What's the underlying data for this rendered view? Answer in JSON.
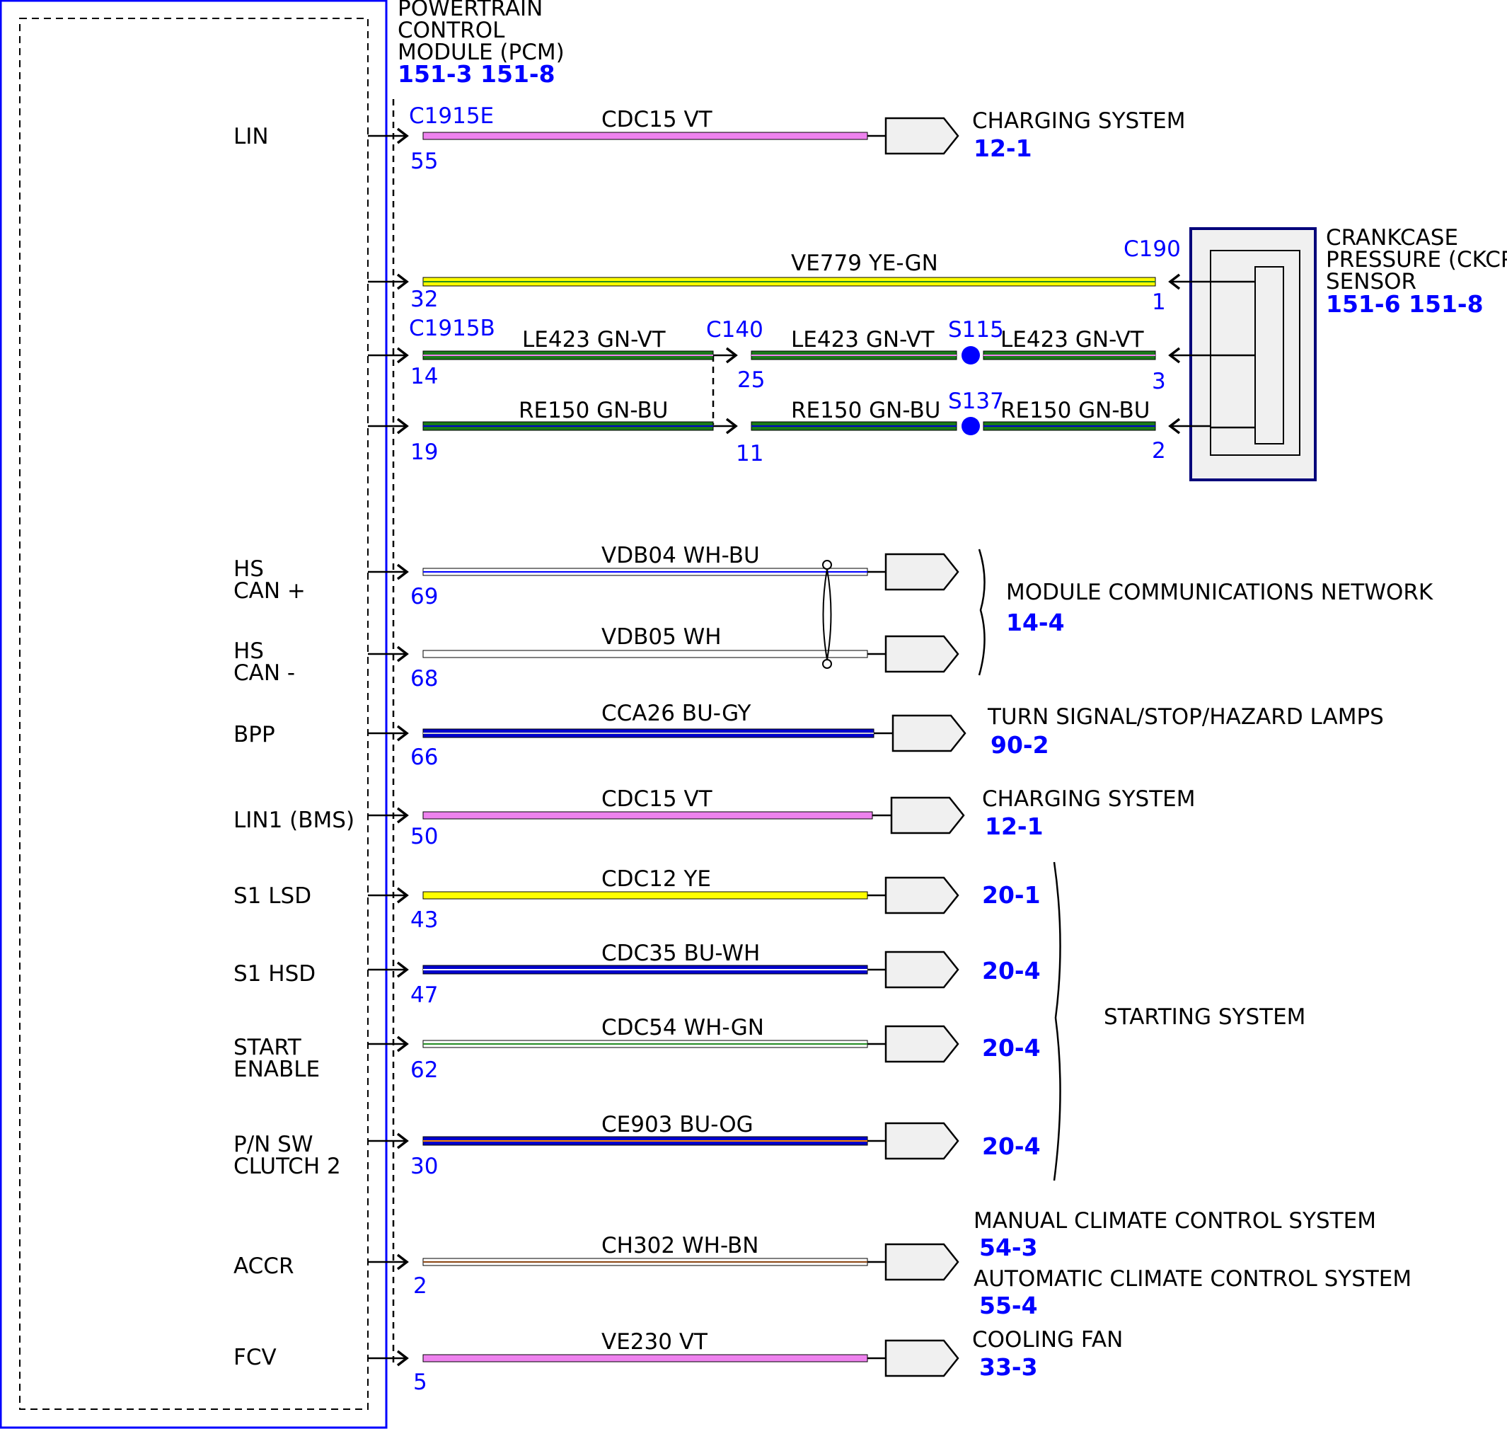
{
  "module": {
    "title": [
      "POWERTRAIN",
      "CONTROL",
      "MODULE (PCM)"
    ],
    "refs": "151-3 151-8",
    "border_color": "#0000ff"
  },
  "connectors": {
    "c1915e": "C1915E",
    "c1915b": "C1915B",
    "c140": "C140",
    "c190": "C190",
    "s115": "S115",
    "s137": "S137"
  },
  "pcm_labels": {
    "lin": "LIN",
    "hs_can_plus": [
      "HS",
      "CAN +"
    ],
    "hs_can_minus": [
      "HS",
      "CAN -"
    ],
    "bpp": "BPP",
    "lin1": "LIN1 (BMS)",
    "s1_lsd": "S1 LSD",
    "s1_hsd": "S1 HSD",
    "start_enable": [
      "START",
      "ENABLE"
    ],
    "pn_sw": [
      "P/N SW",
      "CLUTCH 2"
    ],
    "accr": "ACCR",
    "fcv": "FCV"
  },
  "wires": {
    "lin": {
      "pin": "55",
      "circuit": "CDC15  VT",
      "colors": [
        "#ee82ee"
      ]
    },
    "ckcp_supply": {
      "pin": "32",
      "circuit": "VE779  YE-GN",
      "sensor_pin": "1",
      "colors": [
        "#ffff00",
        "#228b22"
      ]
    },
    "ckcp_signal": {
      "pin": "14",
      "circuit": "LE423  GN-VT",
      "c140_pin": "25",
      "circuit2": "LE423  GN-VT",
      "circuit3": "LE423  GN-VT",
      "sensor_pin": "3",
      "colors": [
        "#1a7a1a",
        "#ee82ee"
      ]
    },
    "ckcp_return": {
      "pin": "19",
      "circuit": "RE150  GN-BU",
      "c140_pin": "11",
      "circuit2": "RE150  GN-BU",
      "circuit3": "RE150  GN-BU",
      "sensor_pin": "2",
      "colors": [
        "#1a7a1a",
        "#0000cc"
      ]
    },
    "hs_can_plus": {
      "pin": "69",
      "circuit": "VDB04  WH-BU",
      "colors": [
        "#ffffff",
        "#0000ff"
      ]
    },
    "hs_can_minus": {
      "pin": "68",
      "circuit": "VDB05  WH",
      "colors": [
        "#ffffff"
      ]
    },
    "bpp": {
      "pin": "66",
      "circuit": "CCA26  BU-GY",
      "colors": [
        "#0000cc",
        "#a0a0a0"
      ]
    },
    "lin1": {
      "pin": "50",
      "circuit": "CDC15  VT",
      "colors": [
        "#ee82ee"
      ]
    },
    "s1_lsd": {
      "pin": "43",
      "circuit": "CDC12  YE",
      "colors": [
        "#ffff00"
      ]
    },
    "s1_hsd": {
      "pin": "47",
      "circuit": "CDC35  BU-WH",
      "colors": [
        "#0000cc",
        "#ffffff"
      ]
    },
    "start_enable": {
      "pin": "62",
      "circuit": "CDC54  WH-GN",
      "colors": [
        "#ffffff",
        "#228b22"
      ]
    },
    "pn_sw": {
      "pin": "30",
      "circuit": "CE903  BU-OG",
      "colors": [
        "#0000cc",
        "#ff8c00"
      ]
    },
    "accr": {
      "pin": "2",
      "circuit": "CH302  WH-BN",
      "colors": [
        "#ffffff",
        "#8b4513"
      ]
    },
    "fcv": {
      "pin": "5",
      "circuit": "VE230  VT",
      "colors": [
        "#ee82ee"
      ]
    }
  },
  "destinations": {
    "charging_1": {
      "label": "CHARGING SYSTEM",
      "ref": "12-1"
    },
    "ckcp_sensor": {
      "label": [
        "CRANKCASE",
        "PRESSURE (CKCP)",
        "SENSOR"
      ],
      "ref": "151-6 151-8"
    },
    "network": {
      "label": "MODULE COMMUNICATIONS NETWORK",
      "ref": "14-4"
    },
    "turn_signal": {
      "label": "TURN SIGNAL/STOP/HAZARD LAMPS",
      "ref": "90-2"
    },
    "charging_2": {
      "label": "CHARGING SYSTEM",
      "ref": "12-1"
    },
    "starting": {
      "label": "STARTING SYSTEM",
      "refs": [
        "20-1",
        "20-4",
        "20-4",
        "20-4"
      ]
    },
    "manual_climate": {
      "label": "MANUAL CLIMATE CONTROL SYSTEM",
      "ref": "54-3"
    },
    "auto_climate": {
      "label": "AUTOMATIC CLIMATE CONTROL SYSTEM",
      "ref": "55-4"
    },
    "cooling_fan": {
      "label": "COOLING FAN",
      "ref": "33-3"
    }
  }
}
